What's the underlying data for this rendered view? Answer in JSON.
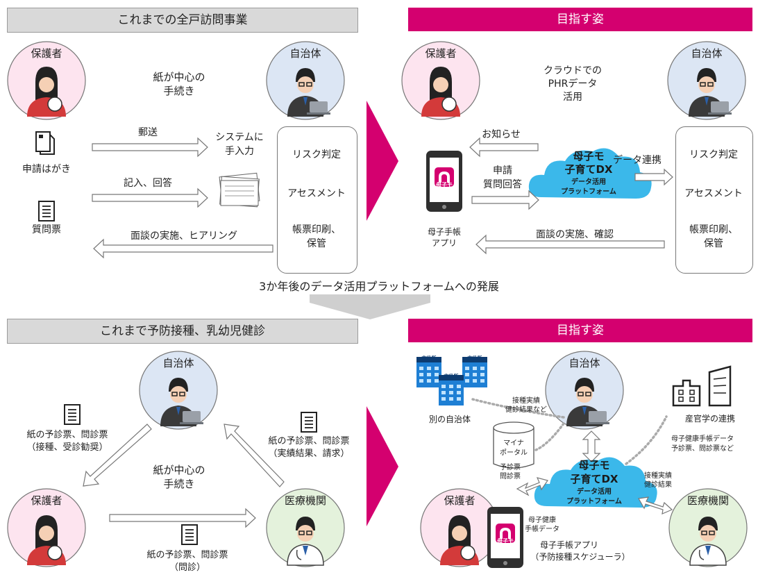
{
  "top_left": {
    "header": "これまでの全戸訪問事業",
    "guardian": "保護者",
    "municipality": "自治体",
    "note_line1": "紙が中心の",
    "note_line2": "手続き",
    "application_card": "申請はがき",
    "questionnaire": "質問票",
    "mail_label": "郵送",
    "fill_answer_label": "記入、回答",
    "manual_input_line1": "システムに",
    "manual_input_line2": "手入力",
    "interview_label": "面談の実施、ヒアリング",
    "box_risk": "リスク判定",
    "box_assessment": "アセスメント",
    "box_print_line1": "帳票印刷、",
    "box_print_line2": "保管"
  },
  "top_right": {
    "header": "目指す姿",
    "guardian": "保護者",
    "municipality": "自治体",
    "note_line1": "クラウドでの",
    "note_line2": "PHRデータ",
    "note_line3": "活用",
    "notice_label": "お知らせ",
    "apply_line1": "申請",
    "apply_line2": "質問回答",
    "app_line1": "母子手帳",
    "app_line2": "アプリ",
    "app_icon_text": "母子モ",
    "cloud_line1": "母子モ",
    "cloud_line2": "子育てDX",
    "cloud_line3": "データ活用",
    "cloud_line4": "プラットフォーム",
    "data_link": "データ連携",
    "interview_label": "面談の実施、確認",
    "box_risk": "リスク判定",
    "box_assessment": "アセスメント",
    "box_print_line1": "帳票印刷、",
    "box_print_line2": "保管"
  },
  "middle_caption": "3か年後のデータ活用プラットフォームへの発展",
  "bottom_left": {
    "header": "これまで予防接種、乳幼児健診",
    "municipality": "自治体",
    "guardian": "保護者",
    "medical": "医療機関",
    "left_doc_line1": "紙の予診票、問診票",
    "left_doc_line2": "（接種、受診勧奨）",
    "right_doc_line1": "紙の予診票、問診票",
    "right_doc_line2": "（実績結果、請求）",
    "note_line1": "紙が中心の",
    "note_line2": "手続き",
    "bottom_doc_line1": "紙の予診票、問診票",
    "bottom_doc_line2": "（問診）"
  },
  "bottom_right": {
    "header": "目指す姿",
    "municipality": "自治体",
    "guardian": "保護者",
    "medical": "医療機関",
    "other_municipality": "別の自治体",
    "bldg_sign": "市役所",
    "vacc_result_line1": "接種実績",
    "vacc_result_line2": "健診結果など",
    "myna_line1": "マイナ",
    "myna_line2": "ポータル",
    "industry": "産官学の連携",
    "health_data_line1": "母子健康手帳データ",
    "health_data_line2": "予診票、問診票など",
    "cloud_line1": "母子モ",
    "cloud_line2": "子育てDX",
    "cloud_line3": "データ活用",
    "cloud_line4": "プラットフォーム",
    "predx_line1": "予診票",
    "predx_line2": "問診票",
    "med_result_line1": "接種実績",
    "med_result_line2": "健診結果",
    "mch_data_line1": "母子健康",
    "mch_data_line2": "手帳データ",
    "app_line1": "母子手帳アプリ",
    "app_line2": "（予防接種スケジューラ）",
    "app_icon_text": "母子モ"
  },
  "colors": {
    "accent_pink": "#d4006f",
    "cloud_blue": "#3bb8ea",
    "guardian_bg": "#fde4ef",
    "municipality_bg": "#dce6f4",
    "medical_bg": "#e4f2dc",
    "header_gray": "#d9d9d9",
    "dotted_gray": "#aaaaaa"
  }
}
